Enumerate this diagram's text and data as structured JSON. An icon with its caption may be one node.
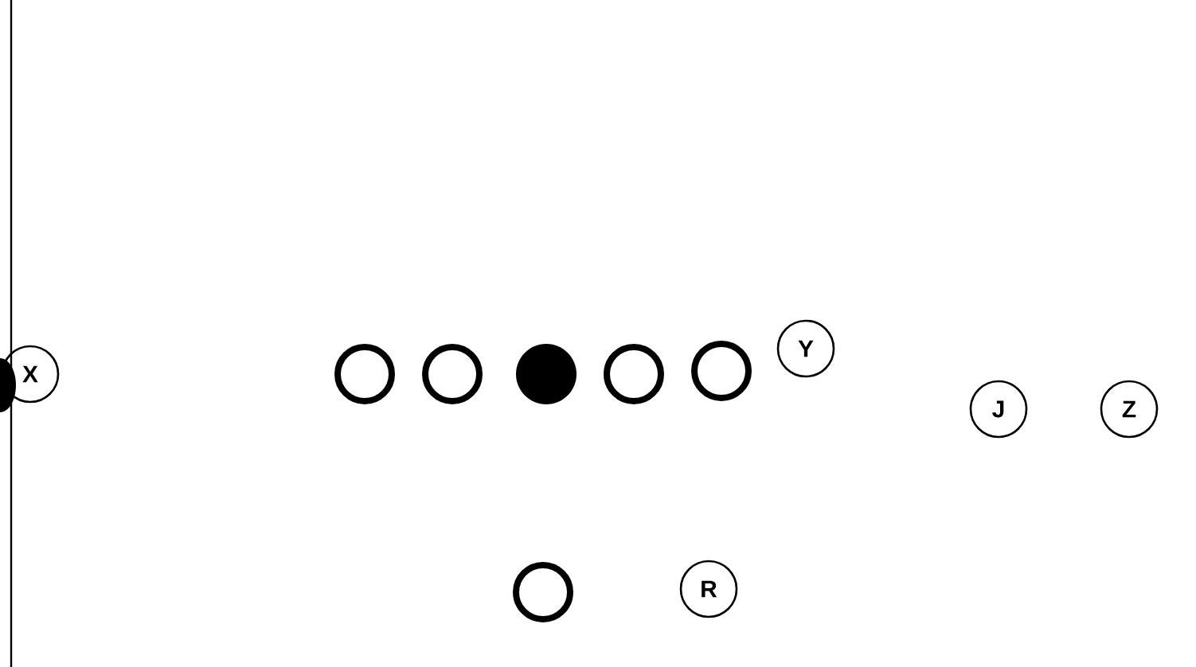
{
  "diagram": {
    "nodes": [
      {
        "text": [
          "X"
        ]
      },
      {
        "text": [],
        "shape": "circle"
      },
      {
        "text": [],
        "shape": "circle"
      },
      {
        "text": [],
        "shape": "dot"
      },
      {
        "text": [],
        "shape": "circle"
      },
      {
        "text": [],
        "shape": "circle"
      },
      {
        "text": [
          "Y"
        ]
      },
      {
        "text": [
          "J"
        ]
      },
      {
        "text": [
          "Z"
        ]
      },
      {
        "text": [],
        "shape": "circle"
      },
      {
        "text": [
          "R"
        ]
      }
    ]
  }
}
